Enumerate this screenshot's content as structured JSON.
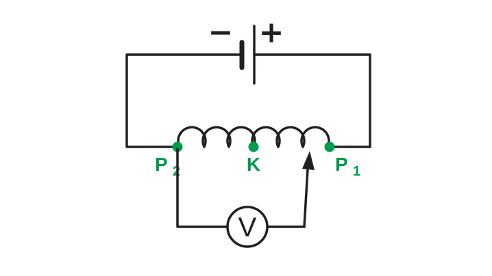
{
  "diagram": {
    "kind": "potentiometer-circuit",
    "battery": {
      "negative_sign": "−",
      "positive_sign": "+"
    },
    "labels": {
      "p2": {
        "base": "P",
        "sub": "2"
      },
      "k": {
        "base": "K"
      },
      "p1": {
        "base": "P",
        "sub": "1"
      }
    },
    "voltmeter": {
      "label": "V"
    },
    "colors": {
      "wire": "#231f20",
      "terminal_green": "#009B4D",
      "background": "#ffffff"
    }
  }
}
